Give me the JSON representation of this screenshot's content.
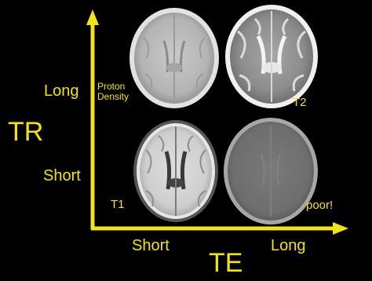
{
  "axes": {
    "vertical": {
      "title": "TR",
      "ticks": [
        "Long",
        "Short"
      ]
    },
    "horizontal": {
      "title": "TE",
      "ticks": [
        "Short",
        "Long"
      ]
    }
  },
  "cells": [
    {
      "label_lines": [
        "Proton",
        "Density"
      ]
    },
    {
      "label": "T2"
    },
    {
      "label": "T1"
    },
    {
      "label": "poor!"
    }
  ],
  "colors": {
    "background": "#000000",
    "label": "#f2e21c"
  }
}
